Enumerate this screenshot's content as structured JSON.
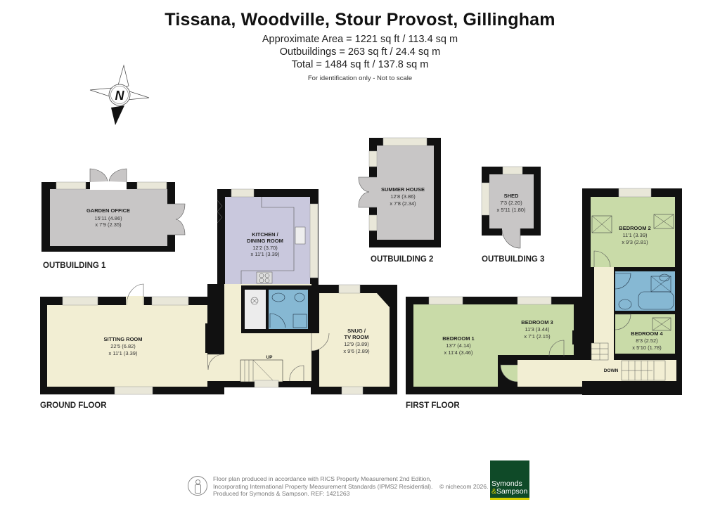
{
  "header": {
    "title": "Tissana, Woodville, Stour Provost, Gillingham",
    "approximate_area": "Approximate Area = 1221 sq ft / 113.4 sq m",
    "outbuildings_area": "Outbuildings = 263 sq ft / 24.4 sq m",
    "total_area": "Total = 1484 sq ft / 137.8 sq m",
    "note": "For identification only - Not to scale"
  },
  "compass": {
    "icon": "north-compass-icon",
    "letter": "N"
  },
  "colors": {
    "wall": "#111111",
    "garden_office": "#c8c6c6",
    "outbuilding": "#c8c6c6",
    "kitchen": "#c9c8dd",
    "hall": "#f2eed3",
    "living": "#f2eed3",
    "bedroom": "#c9dba8",
    "bathroom": "#86b8d3",
    "window": "#e9e7d9",
    "logo_green": "#0f4a28",
    "logo_yellow": "#d7d000"
  },
  "floors": {
    "outbuilding_1": "OUTBUILDING 1",
    "outbuilding_2": "OUTBUILDING 2",
    "outbuilding_3": "OUTBUILDING 3",
    "ground_floor": "GROUND FLOOR",
    "first_floor": "FIRST FLOOR"
  },
  "rooms": {
    "garden_office": {
      "name": "GARDEN OFFICE",
      "dim1": "15'11 (4.86)",
      "dim2": "x 7'9 (2.35)"
    },
    "summer_house": {
      "name": "SUMMER HOUSE",
      "dim1": "12'8 (3.86)",
      "dim2": "x 7'8 (2.34)"
    },
    "shed": {
      "name": "SHED",
      "dim1": "7'3 (2.20)",
      "dim2": "x 5'11 (1.80)"
    },
    "kitchen": {
      "name1": "KITCHEN /",
      "name2": "DINING ROOM",
      "dim1": "12'2 (3.70)",
      "dim2": "x 11'1 (3.39)"
    },
    "sitting_room": {
      "name": "SITTING ROOM",
      "dim1": "22'5 (6.82)",
      "dim2": "x 11'1 (3.39)"
    },
    "snug": {
      "name1": "SNUG /",
      "name2": "TV ROOM",
      "dim1": "12'9 (3.89)",
      "dim2": "x 9'6 (2.89)"
    },
    "bedroom_1": {
      "name": "BEDROOM 1",
      "dim1": "13'7 (4.14)",
      "dim2": "x 11'4 (3.46)"
    },
    "bedroom_2": {
      "name": "BEDROOM 2",
      "dim1": "11'1 (3.39)",
      "dim2": "x 9'3 (2.81)"
    },
    "bedroom_3": {
      "name": "BEDROOM 3",
      "dim1": "11'3 (3.44)",
      "dim2": "x 7'1 (2.15)"
    },
    "bedroom_4": {
      "name": "BEDROOM 4",
      "dim1": "8'3 (2.52)",
      "dim2": "x 5'10 (1.78)"
    }
  },
  "stairs": {
    "up": "UP",
    "down": "DOWN"
  },
  "footer": {
    "line1": "Floor plan produced in accordance with RICS Property Measurement 2nd Edition,",
    "line2": "Incorporating International Property Measurement Standards (IPMS2 Residential).",
    "line3": "Produced for Symonds & Sampson.   REF:  1421263",
    "copyright": "© nichecom 2026.",
    "accessibility_icon": "person-in-circle-icon"
  },
  "logo": {
    "line1": "Symonds",
    "amp": "&",
    "line2": "Sampson"
  }
}
